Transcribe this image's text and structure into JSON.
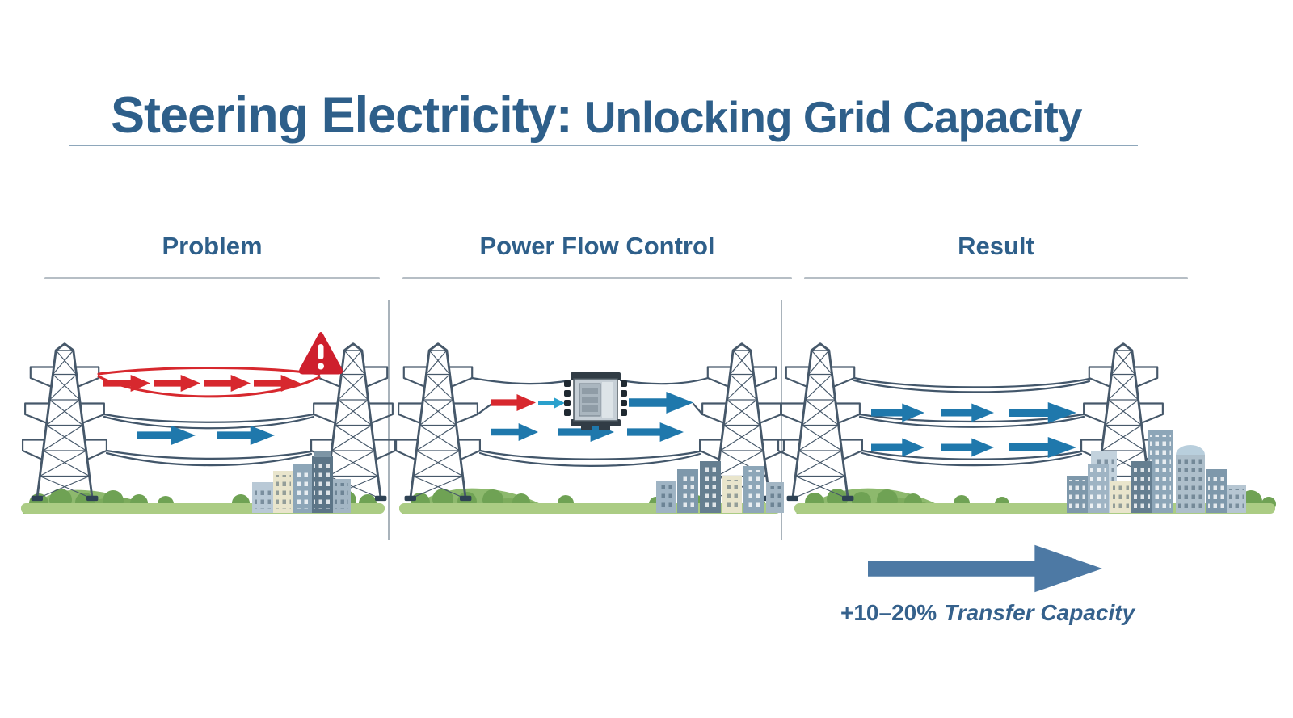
{
  "title": {
    "part1": "Steering Electricity:",
    "part2": "Unlocking Grid Capacity"
  },
  "panels": [
    {
      "header": "Problem",
      "flows": [
        {
          "line": "top",
          "status": "overloaded",
          "arrow_color": "red",
          "arrow_count": 4,
          "warning_icon": true
        },
        {
          "line": "bottom",
          "status": "underused",
          "arrow_color": "blue",
          "arrow_count": 2
        }
      ]
    },
    {
      "header": "Power Flow Control",
      "flows": [
        {
          "line": "top",
          "status": "controlled",
          "device": "power-flow-controller",
          "input_arrows": [
            "red",
            "light-blue"
          ],
          "output_arrows": [
            "blue"
          ]
        },
        {
          "line": "bottom",
          "status": "balanced",
          "arrow_color": "blue",
          "arrow_count": 3
        }
      ]
    },
    {
      "header": "Result",
      "flows": [
        {
          "line": "top",
          "status": "balanced",
          "arrow_color": "blue",
          "arrow_count": 3
        },
        {
          "line": "bottom",
          "status": "balanced",
          "arrow_color": "blue",
          "arrow_count": 3
        }
      ]
    }
  ],
  "annotation": {
    "value": "+10–20%",
    "label": "Transfer Capacity"
  },
  "icons": {
    "tower": "transmission-tower-icon",
    "warning": "overload-warning-icon",
    "device": "power-flow-controller-icon",
    "flow_arrow": "flow-arrow-icon",
    "annotation_arrow": "transfer-capacity-arrow-icon"
  },
  "colors": {
    "title": "#2e5f8a",
    "rule": "#8ea7bb",
    "underline": "#b6bec5",
    "divider": "#a9b3bb",
    "overload_red": "#d7282e",
    "warning_red": "#ce1f2d",
    "flow_blue": "#1f78ac",
    "light_blue": "#2aa0cc",
    "conductor": "#42566a",
    "tower": "#46586a",
    "tower_foot": "#2e4254",
    "ground": "#abcc84",
    "hill": "#8db96d",
    "hill_dark": "#7cab5c",
    "bush": "#6fa254",
    "device_frame": "#313c45",
    "device_body": "#c6cfd6",
    "device_face": "#aab6bf",
    "device_pin": "#1f2931",
    "annotation_arrow": "#4d79a4",
    "annotation_text": "#35618c"
  }
}
